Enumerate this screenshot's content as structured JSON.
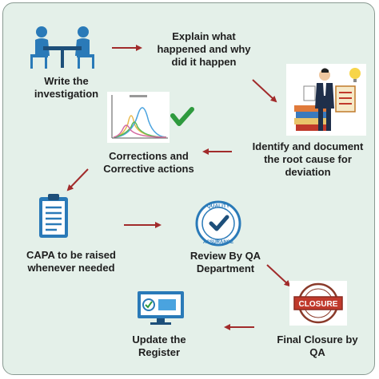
{
  "steps": [
    {
      "label": "Write the\ninvestigation",
      "icon": "meeting-icon"
    },
    {
      "label": "Explain what\nhappened and why\ndid it happen",
      "icon": ""
    },
    {
      "label": "Identify and document\nthe root cause for\ndeviation",
      "icon": "businessman-documents-icon"
    },
    {
      "label": "Corrections and\nCorrective actions",
      "icon": "chart-checkmark-icon"
    },
    {
      "label": "CAPA to be raised\nwhenever needed",
      "icon": "clipboard-icon"
    },
    {
      "label": "Review By QA\nDepartment",
      "icon": "quality-assurance-badge-icon"
    },
    {
      "label": "Final Closure by\nQA",
      "icon": "closure-stamp-icon"
    },
    {
      "label": "Update the\nRegister",
      "icon": "computer-register-icon"
    }
  ],
  "icon_texts": {
    "badge_top": "QUALITY",
    "badge_bottom": "ASSURANCE",
    "stamp": "CLOSURE"
  },
  "colors": {
    "background": "#e4f0e9",
    "arrow": "#a12b2b",
    "text": "#1e1e1e",
    "icon_blue": "#2a7ab8",
    "check_green": "#2e9a3e",
    "stamp_red": "#c0392b"
  }
}
